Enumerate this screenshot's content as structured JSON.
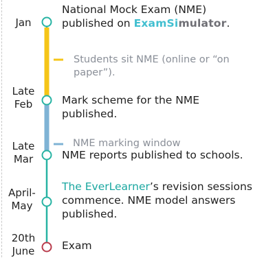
{
  "colors": {
    "line": "#27b3a3",
    "yellow": "#f5c518",
    "blue": "#7fb3d5",
    "exam": "#b83b4b",
    "link": "#1aa7a0"
  },
  "dates": [
    {
      "line1": "Jan",
      "line2": ""
    },
    {
      "line1": "Late",
      "line2": "Feb"
    },
    {
      "line1": "Late",
      "line2": "Mar"
    },
    {
      "line1": "April-",
      "line2": "May"
    },
    {
      "line1": "20th",
      "line2": "June"
    }
  ],
  "events": {
    "nme_published": {
      "line1": "National Mock Exam (NME)",
      "line2_prefix": "published on ",
      "logo_part1": "ExamSi",
      "logo_part2": "mulator",
      "suffix": "."
    },
    "students_sit": {
      "line1": "Students sit NME (online or “on",
      "line2": "paper”)."
    },
    "mark_scheme": "Mark scheme for the NME published.",
    "marking_window": "NME marking window",
    "reports": "NME reports published to schools.",
    "revision": {
      "link": "The EverLearner",
      "line1_rest": "’s revision sessions",
      "line2": "commence. NME model answers",
      "line3": "published."
    },
    "exam": "Exam"
  }
}
